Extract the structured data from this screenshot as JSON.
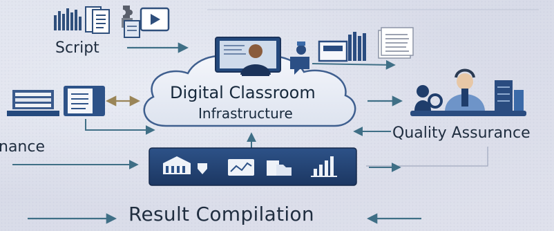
{
  "center_node": {
    "title_line1": "Digital Classroom",
    "title_line2": "Infrastructure"
  },
  "nodes": {
    "script": "Script",
    "maintenance": "nance",
    "quality_assurance": "Quality Assurance",
    "result_compilation": "Result Compilation"
  },
  "icons": [
    "bar-chart-icon",
    "documents-icon",
    "puzzle-icon",
    "presentation-icon",
    "monitor-teacher-icon",
    "webcam-icon",
    "chat-bubble-icon",
    "books-icon",
    "paper-stack-icon",
    "file-folder-icon",
    "document-tablet-icon",
    "headset-person-icon",
    "gear-person-icon",
    "server-icon",
    "building-icon",
    "graph-icon",
    "folders-icon",
    "column-chart-icon"
  ],
  "colors": {
    "primary_dark": "#1f3d6b",
    "primary_mid": "#3a5a8c",
    "accent_teal": "#3f6f86",
    "text": "#1f2d3f",
    "bronze_arrow": "#9a8557"
  }
}
